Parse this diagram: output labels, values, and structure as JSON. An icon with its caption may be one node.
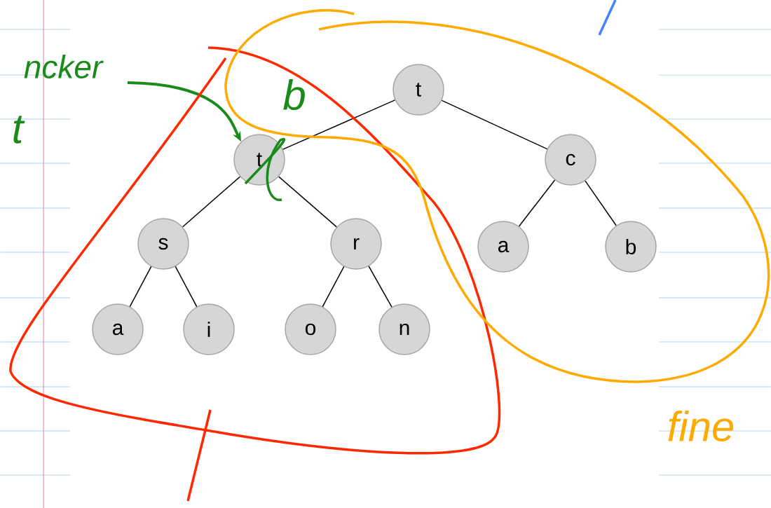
{
  "diagram": {
    "nodes": [
      {
        "text": [
          "t"
        ]
      },
      {
        "text": [
          "t"
        ]
      },
      {
        "text": [
          "c"
        ]
      },
      {
        "text": [
          "s"
        ]
      },
      {
        "text": [
          "r"
        ]
      },
      {
        "text": [
          "a"
        ]
      },
      {
        "text": [
          "b"
        ]
      },
      {
        "text": [
          "a"
        ]
      },
      {
        "text": [
          "i"
        ]
      },
      {
        "text": [
          "o"
        ]
      },
      {
        "text": [
          "n"
        ]
      }
    ],
    "edges": [
      {
        "from": 0,
        "to": 1,
        "arrow": "none"
      },
      {
        "from": 0,
        "to": 2,
        "arrow": "none"
      },
      {
        "from": 1,
        "to": 3,
        "arrow": "none"
      },
      {
        "from": 1,
        "to": 4,
        "arrow": "none"
      },
      {
        "from": 2,
        "to": 5,
        "arrow": "none"
      },
      {
        "from": 2,
        "to": 6,
        "arrow": "none"
      },
      {
        "from": 3,
        "to": 7,
        "arrow": "none"
      },
      {
        "from": 3,
        "to": 8,
        "arrow": "none"
      },
      {
        "from": 4,
        "to": 9,
        "arrow": "none"
      },
      {
        "from": 4,
        "to": 10,
        "arrow": "none"
      },
      {
        "from": null,
        "to": 1,
        "arrow": "to",
        "style": "thick",
        "color": "#1a8a1a"
      }
    ],
    "labels": [
      "ncker",
      "t",
      "b",
      "fine"
    ]
  }
}
